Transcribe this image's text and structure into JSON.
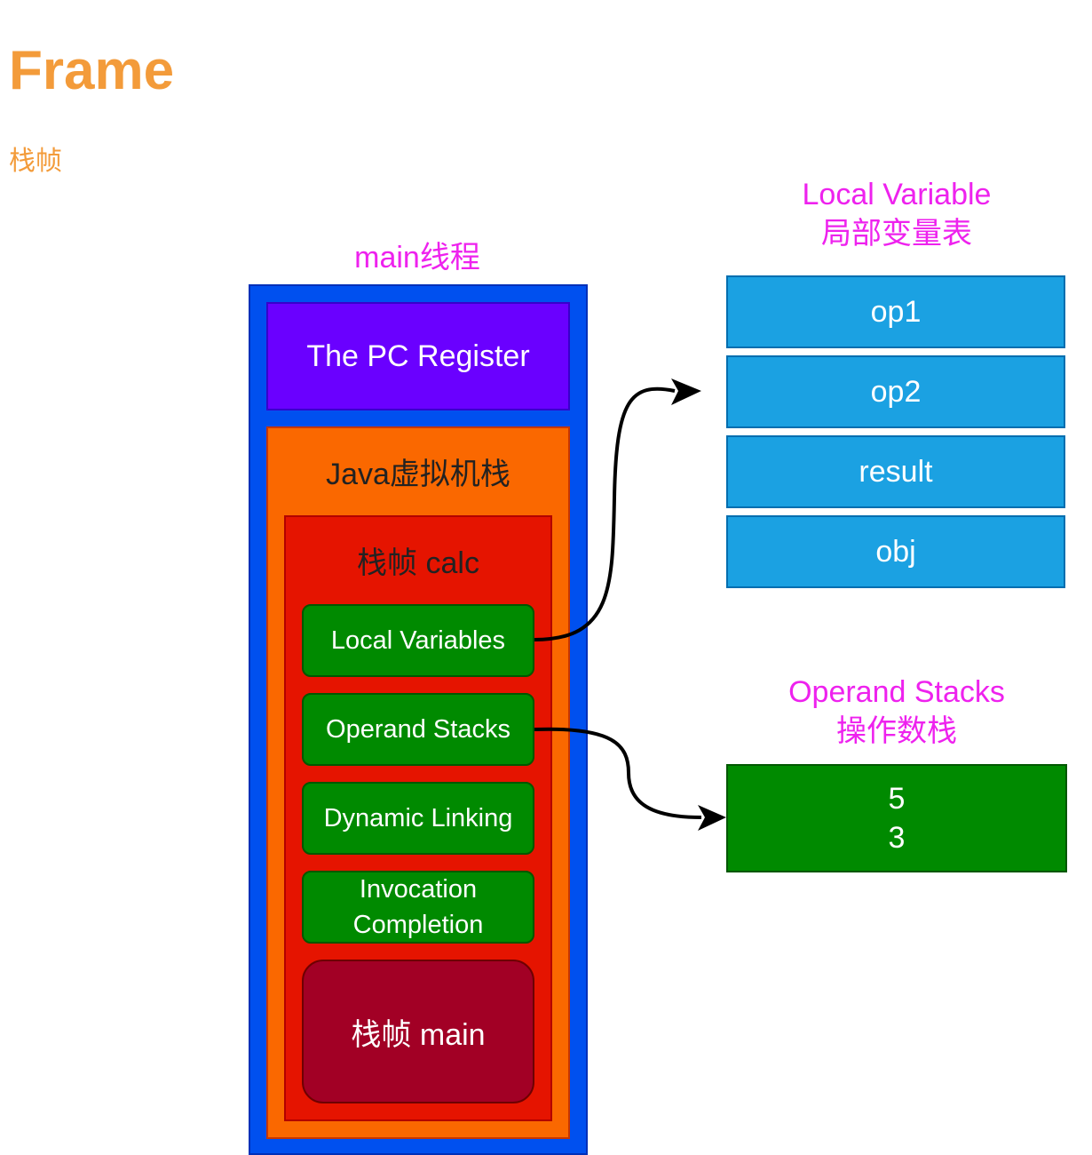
{
  "page": {
    "title": "Frame",
    "subtitle": "栈帧"
  },
  "thread": {
    "label": "main线程",
    "pc_register": "The PC Register",
    "jvm_stack": {
      "label": "Java虚拟机栈",
      "current_frame": {
        "label": "栈帧 calc",
        "items": [
          "Local Variables",
          "Operand Stacks",
          "Dynamic Linking",
          "Invocation Completion"
        ]
      },
      "previous_frame": "栈帧 main"
    }
  },
  "local_variable_table": {
    "title_en": "Local Variable",
    "title_zh": "局部变量表",
    "slots": [
      "op1",
      "op2",
      "result",
      "obj"
    ]
  },
  "operand_stack": {
    "title_en": "Operand Stacks",
    "title_zh": "操作数栈",
    "values": [
      "5",
      "3"
    ]
  },
  "colors": {
    "title": "#f39b3a",
    "labels": "#ee22ee",
    "thread_box": "#0050ef",
    "pc_register": "#6a00ff",
    "jvm_stack": "#fa6800",
    "frame_calc": "#e51400",
    "frame_items": "#008a00",
    "frame_main": "#a20025",
    "local_variable_cells": "#1ba1e2",
    "operand_stack_box": "#008a00"
  }
}
